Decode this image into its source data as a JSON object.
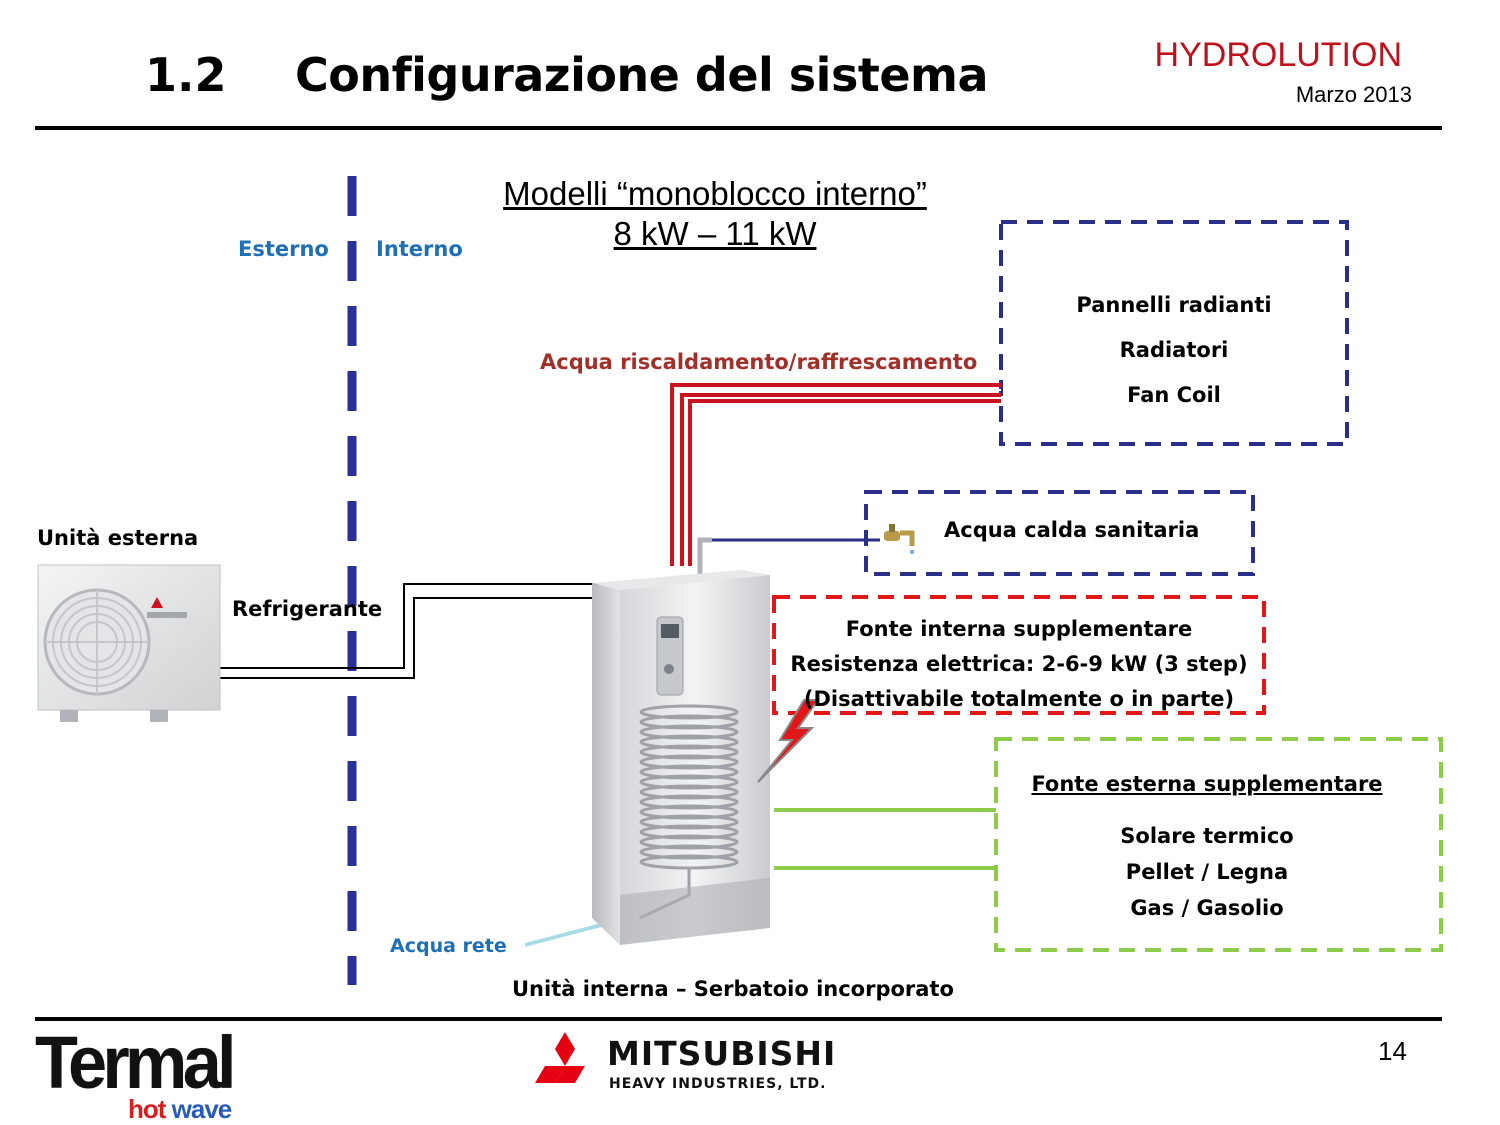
{
  "header": {
    "section_number": "1.2",
    "title": "Configurazione del sistema",
    "brand": "HYDROLUTION",
    "date": "Marzo 2013"
  },
  "diagram": {
    "subtitle_line1": "Modelli “monoblocco interno”",
    "subtitle_line2": "8 kW – 11 kW",
    "label_outside": "Esterno",
    "label_inside": "Interno",
    "outdoor_unit": "Unità esterna",
    "refrigerant": "Refrigerante",
    "heating_water": "Acqua riscaldamento/raffrescamento",
    "emitters": [
      "Pannelli radianti",
      "Radiatori",
      "Fan Coil"
    ],
    "dhw": "Acqua calda sanitaria",
    "internal_source": [
      "Fonte interna supplementare",
      "Resistenza elettrica: 2-6-9 kW (3 step)",
      "(Disattivabile totalmente o in parte)"
    ],
    "external_source_title": "Fonte esterna supplementare",
    "external_source_items": [
      "Solare termico",
      "Pellet / Legna",
      "Gas / Gasolio"
    ],
    "mains_water": "Acqua rete",
    "indoor_unit": "Unità interna – Serbatoio incorporato"
  },
  "footer": {
    "page_number": "14",
    "logo_termal": "Termal",
    "logo_termal_sub": "hot wave",
    "logo_mitsubishi": "MITSUBISHI",
    "logo_mitsubishi_sub": "HEAVY INDUSTRIES, LTD."
  },
  "colors": {
    "brand_red": "#c0101c",
    "divider_blue": "#2a2f9a",
    "heating_pipe": "#c8141e",
    "dhw_pipe": "#2a2f8a",
    "internal_box": "#e01818",
    "external_box": "#8dcc4a",
    "label_blue": "#1f6fb4",
    "label_red": "#a0302a",
    "mains_pipe": "#a8dbe6"
  }
}
